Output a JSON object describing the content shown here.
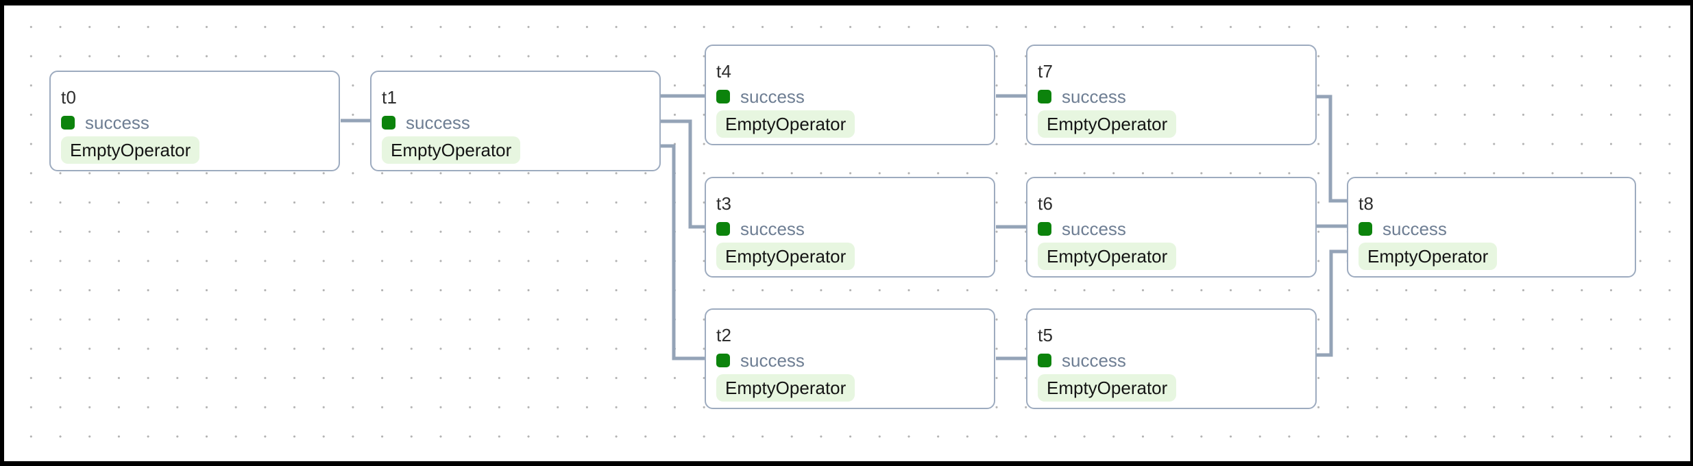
{
  "colors": {
    "success_green": "#0c830c",
    "node_border": "#9dabbf",
    "edge": "#94a3b7",
    "operator_badge_bg": "#e7f6e0",
    "status_text": "#6e7e93"
  },
  "nodes": [
    {
      "id": "t0",
      "status": "success",
      "operator": "EmptyOperator"
    },
    {
      "id": "t1",
      "status": "success",
      "operator": "EmptyOperator"
    },
    {
      "id": "t2",
      "status": "success",
      "operator": "EmptyOperator"
    },
    {
      "id": "t3",
      "status": "success",
      "operator": "EmptyOperator"
    },
    {
      "id": "t4",
      "status": "success",
      "operator": "EmptyOperator"
    },
    {
      "id": "t5",
      "status": "success",
      "operator": "EmptyOperator"
    },
    {
      "id": "t6",
      "status": "success",
      "operator": "EmptyOperator"
    },
    {
      "id": "t7",
      "status": "success",
      "operator": "EmptyOperator"
    },
    {
      "id": "t8",
      "status": "success",
      "operator": "EmptyOperator"
    }
  ],
  "edges": [
    {
      "from": "t0",
      "to": "t1"
    },
    {
      "from": "t1",
      "to": "t4"
    },
    {
      "from": "t1",
      "to": "t3"
    },
    {
      "from": "t1",
      "to": "t2"
    },
    {
      "from": "t4",
      "to": "t7"
    },
    {
      "from": "t3",
      "to": "t6"
    },
    {
      "from": "t2",
      "to": "t5"
    },
    {
      "from": "t7",
      "to": "t8"
    },
    {
      "from": "t6",
      "to": "t8"
    },
    {
      "from": "t5",
      "to": "t8"
    }
  ]
}
